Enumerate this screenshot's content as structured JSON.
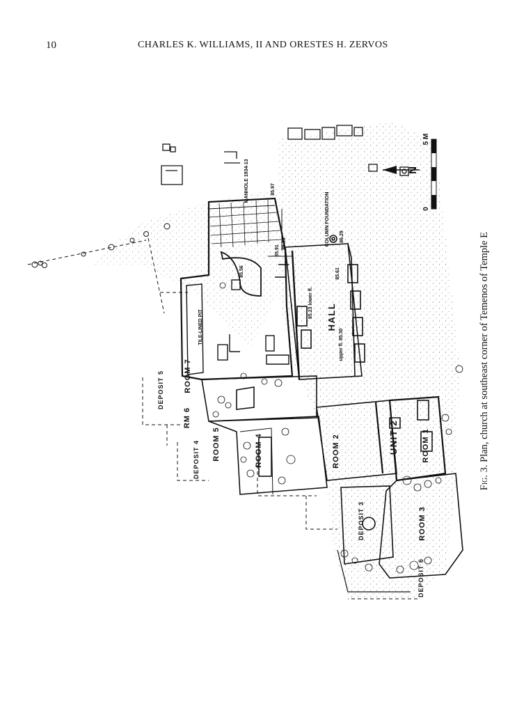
{
  "header": {
    "page_number": "10",
    "running_head": "CHARLES K. WILLIAMS, II AND ORESTES H. ZERVOS"
  },
  "figure": {
    "caption_prefix": "Fig. 3.",
    "caption_text": " Plan, church at southeast corner of Temenos of Temple E",
    "labels": {
      "hall": "HALL",
      "room1": "ROOM 1",
      "room2": "ROOM 2",
      "room3": "ROOM 3",
      "room4": "ROOM 4",
      "room5": "ROOM 5",
      "rm6": "RM 6",
      "room7": "ROOM 7",
      "unit2": "UNIT 2",
      "deposit3": "DEPOSIT 3",
      "deposit4": "DEPOSIT 4",
      "deposit5": "DEPOSIT 5",
      "deposit6": "DEPOSIT 6",
      "tile_lined_pit": "TILE-LINED PIT",
      "manhole": "MANHOLE 1934-13",
      "column_foundation": "COLUMN FOUNDATION",
      "lower_fl": "85.23 lower fl.",
      "upper_fl": "upper fl. 85.30",
      "elev_85_61": "85.61",
      "elev_86_29": "86.29",
      "elev_85_97": "85.97",
      "elev_85_56": "85.56",
      "elev_85_91": "85.91",
      "elev_86_08": "86.08",
      "north": "N",
      "scale_zero": "0",
      "scale_five": "5 M"
    }
  }
}
